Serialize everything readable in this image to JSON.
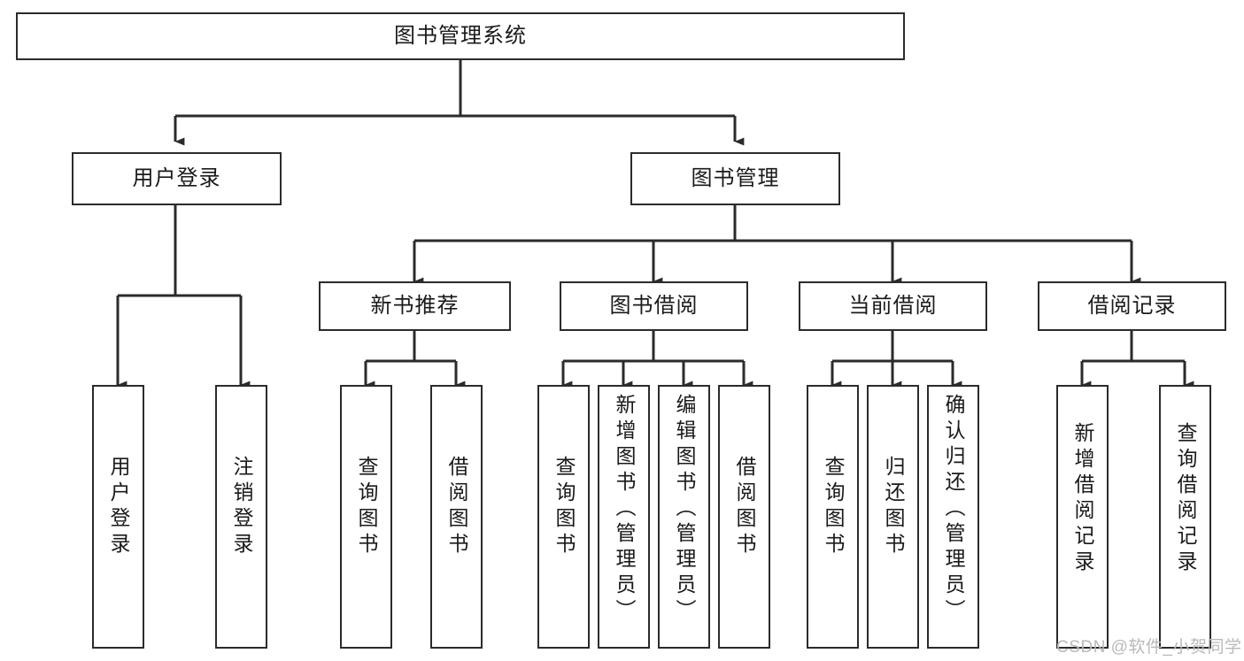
{
  "diagram": {
    "title": "图书管理系统",
    "type": "tree",
    "orientation": "top-down",
    "background_color": "#ffffff",
    "line_color": "#2b2b2b",
    "box_border_color": "#2b2b2b",
    "text_color": "#1a1a1a"
  },
  "nodes": {
    "root": {
      "label": "图书管理系统",
      "level": 0
    },
    "level1": [
      {
        "id": "user-login",
        "label": "用户登录"
      },
      {
        "id": "book-management",
        "label": "图书管理"
      }
    ],
    "level2": [
      {
        "id": "new-book-recommend",
        "label": "新书推荐",
        "parent": "book-management"
      },
      {
        "id": "book-borrow",
        "label": "图书借阅",
        "parent": "book-management"
      },
      {
        "id": "current-borrow",
        "label": "当前借阅",
        "parent": "book-management"
      },
      {
        "id": "borrow-record",
        "label": "借阅记录",
        "parent": "book-management"
      }
    ],
    "leaves": {
      "user-login": [
        {
          "id": "leaf-user-login",
          "label": "用户登录"
        },
        {
          "id": "leaf-logout",
          "label": "注销登录"
        }
      ],
      "new-book-recommend": [
        {
          "id": "leaf-query-book-1",
          "label": "查询图书"
        },
        {
          "id": "leaf-borrow-book-1",
          "label": "借阅图书"
        }
      ],
      "book-borrow": [
        {
          "id": "leaf-query-book-2",
          "label": "查询图书"
        },
        {
          "id": "leaf-add-book",
          "label": "新增图书（管理员）"
        },
        {
          "id": "leaf-edit-book",
          "label": "编辑图书（管理员）"
        },
        {
          "id": "leaf-borrow-book-2",
          "label": "借阅图书"
        }
      ],
      "current-borrow": [
        {
          "id": "leaf-query-book-3",
          "label": "查询图书"
        },
        {
          "id": "leaf-return-book",
          "label": "归还图书"
        },
        {
          "id": "leaf-confirm-return",
          "label": "确认归还（管理员）"
        }
      ],
      "borrow-record": [
        {
          "id": "leaf-add-record",
          "label": "新增借阅记录"
        },
        {
          "id": "leaf-query-record",
          "label": "查询借阅记录"
        }
      ]
    }
  },
  "watermark": {
    "text": "CSDN @软件_小贺同学",
    "color": "#b9b9b9"
  }
}
